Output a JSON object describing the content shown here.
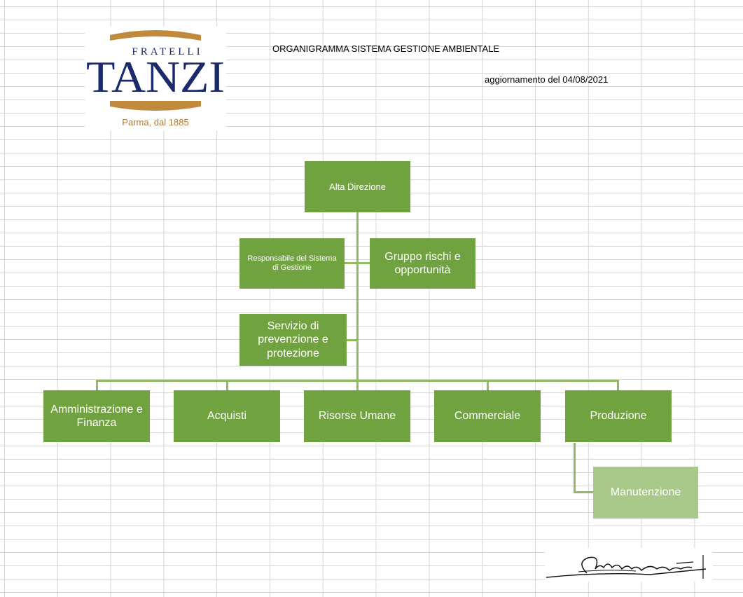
{
  "logo": {
    "top_word": "FRATELLI",
    "brand": "TANZI",
    "tagline": "Parma, dal 1885",
    "colors": {
      "navy": "#1b2a6b",
      "gold": "#c08a3e",
      "tagline": "#b07a30"
    }
  },
  "header": {
    "title": "ORGANIGRAMMA SISTEMA GESTIONE AMBIENTALE",
    "updated": "aggiornamento del 04/08/2021"
  },
  "org": {
    "top": "Alta Direzione",
    "staff_left": "Responsabile del Sistema di Gestione",
    "staff_right": "Gruppo rischi e opportunità",
    "safety": "Servizio di prevenzione e protezione",
    "departments": [
      "Amministrazione e Finanza",
      "Acquisti",
      "Risorse Umane",
      "Commerciale",
      "Produzione"
    ],
    "sub_production": "Manutenzione"
  },
  "colors": {
    "box": "#70a33f",
    "box_light": "#a9c98a",
    "line": "#92b964"
  }
}
